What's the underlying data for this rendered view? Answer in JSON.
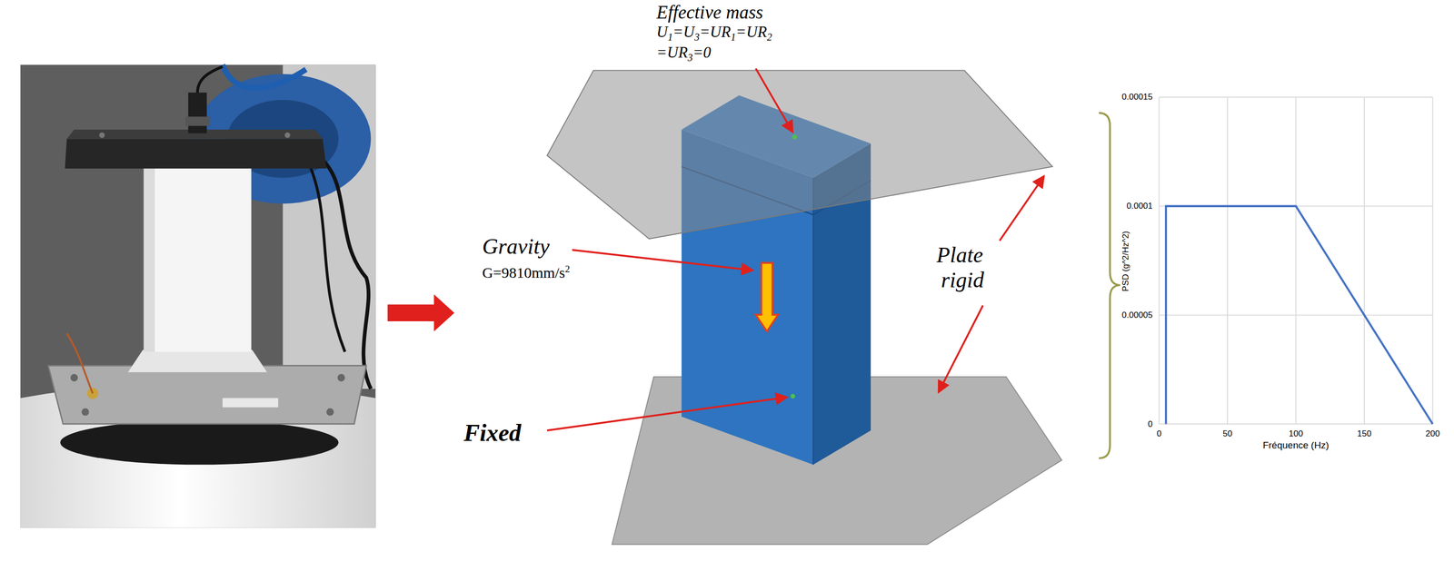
{
  "diagram": {
    "labels": [
      "Effective mass",
      "U1=U3=UR1=UR2 =UR3=0",
      "Gravity",
      "G=9810mm/s2",
      "Plate rigid",
      "Fixed",
      "0.00015",
      "0.0001",
      "0.00005",
      "0",
      "0",
      "50",
      "100",
      "150",
      "200",
      "Fréquence (Hz)",
      "PSD (g^2/Hz^2)"
    ]
  }
}
